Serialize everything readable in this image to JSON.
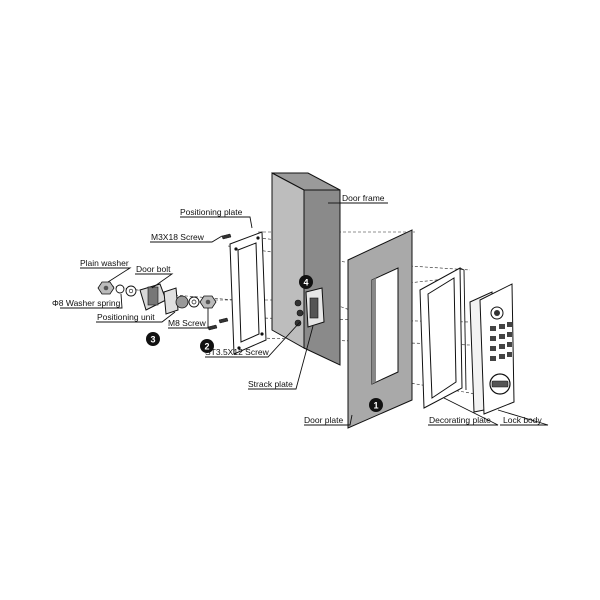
{
  "labels": {
    "positioning_plate": "Positioning plate",
    "door_frame": "Door frame",
    "m3x18_screw": "M3X18 Screw",
    "plain_washer": "Plain washer",
    "door_bolt": "Door bolt",
    "washer_spring": "Φ8 Washer spring",
    "positioning_unit": "Positioning unit",
    "m8_screw": "M8 Screw",
    "st35x12_screw": "ST3.5X12 Screw",
    "strack_plate": "Strack plate",
    "door_plate": "Door plate",
    "decorating_plate": "Decorating plate",
    "lock_body": "Lock body"
  },
  "steps": {
    "step1": "1",
    "step2": "2",
    "step3": "3",
    "step4": "4"
  },
  "colors": {
    "frame_face": "#bdbdbd",
    "frame_top": "#9a9a9a",
    "frame_side": "#8a8a8a",
    "door_plate": "#a9a9a9",
    "line": "#111111",
    "badge": "#111111"
  }
}
